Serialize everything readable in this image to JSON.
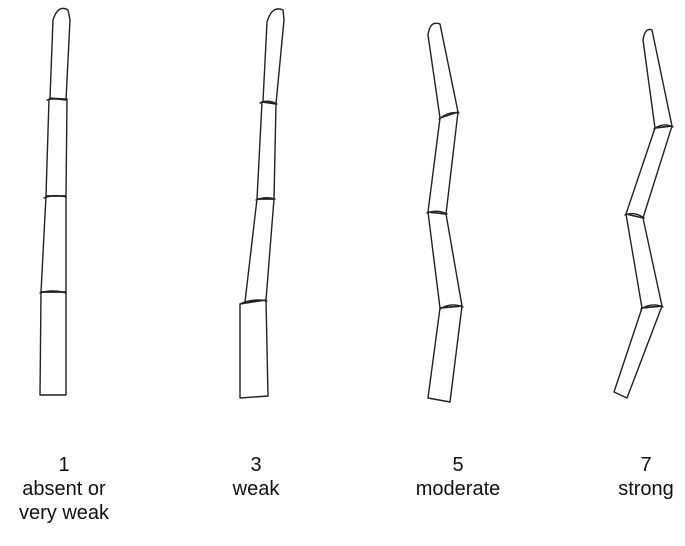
{
  "items": [
    {
      "score": "1",
      "desc_line1": "absent or",
      "desc_line2": "very weak"
    },
    {
      "score": "3",
      "desc_line1": "weak",
      "desc_line2": ""
    },
    {
      "score": "5",
      "desc_line1": "moderate",
      "desc_line2": ""
    },
    {
      "score": "7",
      "desc_line1": "strong",
      "desc_line2": ""
    }
  ]
}
